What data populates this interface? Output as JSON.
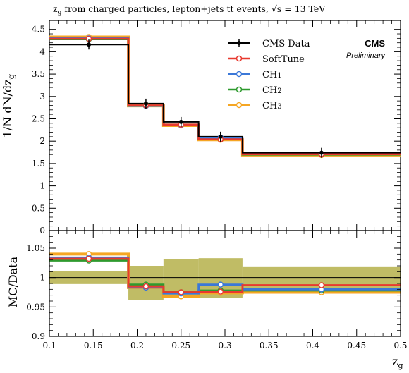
{
  "chart_data": {
    "type": "line",
    "title": "z_g from charged particles, lepton+jets tt̄ events, √s = 13 TeV",
    "title_parts": {
      "z": "z",
      "g": "g",
      "rest": " from charged particles, lepton+jets ",
      "tt": "tt",
      "events": " events, ",
      "sqrt": "√s",
      "energy": " = 13 TeV"
    },
    "experiment_label": "CMS",
    "status_label": "Preliminary",
    "xlabel": "z_g",
    "xlabel_parts": {
      "main": "z",
      "sub": "g"
    },
    "xlim": [
      0.1,
      0.5
    ],
    "x_ticks": [
      "0.1",
      "0.15",
      "0.2",
      "0.25",
      "0.3",
      "0.35",
      "0.4",
      "0.45",
      "0.5"
    ],
    "bin_edges": [
      0.1,
      0.19,
      0.23,
      0.27,
      0.32,
      0.5
    ],
    "bin_centers": [
      0.145,
      0.21,
      0.25,
      0.295,
      0.41
    ],
    "upper": {
      "ylabel": "1/N dN/dz_g",
      "ylabel_parts": {
        "main": "1/N dN/dz",
        "sub": "g"
      },
      "ylim": [
        0,
        4.7
      ],
      "y_ticks": [
        "0",
        "0.5",
        "1",
        "1.5",
        "2",
        "2.5",
        "3",
        "3.5",
        "4",
        "4.5"
      ],
      "y_tick_values": [
        0,
        0.5,
        1,
        1.5,
        2,
        2.5,
        3,
        3.5,
        4,
        4.5
      ]
    },
    "lower": {
      "ylabel": "MC/Data",
      "ylim": [
        0.9,
        1.08
      ],
      "y_ticks": [
        "0.9",
        "0.95",
        "1",
        "1.05"
      ],
      "y_tick_values": [
        0.9,
        0.95,
        1.0,
        1.05
      ],
      "band_color": "#b5b04a",
      "band": [
        [
          0.989,
          1.011
        ],
        [
          0.962,
          1.02
        ],
        [
          0.966,
          1.032
        ],
        [
          0.966,
          1.033
        ],
        [
          0.982,
          1.019
        ]
      ]
    },
    "series": [
      {
        "name": "CMS Data",
        "color": "#000000",
        "marker": "filled",
        "values": [
          4.16,
          2.84,
          2.43,
          2.1,
          1.74
        ],
        "ratio": [
          1,
          1,
          1,
          1,
          1
        ]
      },
      {
        "name": "SoftTune",
        "color": "#e8392f",
        "marker": "open",
        "values": [
          4.29,
          2.8,
          2.37,
          2.04,
          1.71
        ],
        "ratio": [
          1.032,
          0.985,
          0.975,
          0.976,
          0.987
        ]
      },
      {
        "name": "CH1",
        "name_parts": {
          "main": "CH",
          "sub": "1"
        },
        "color": "#3b78d8",
        "marker": "open",
        "values": [
          4.3,
          2.79,
          2.36,
          2.08,
          1.71
        ],
        "ratio": [
          1.034,
          0.983,
          0.973,
          0.988,
          0.98
        ]
      },
      {
        "name": "CH2",
        "name_parts": {
          "main": "CH",
          "sub": "2"
        },
        "color": "#2e9a2e",
        "marker": "open",
        "values": [
          4.28,
          2.81,
          2.37,
          2.04,
          1.7
        ],
        "ratio": [
          1.029,
          0.988,
          0.975,
          0.978,
          0.978
        ]
      },
      {
        "name": "CH3",
        "name_parts": {
          "main": "CH",
          "sub": "3"
        },
        "color": "#f5a623",
        "marker": "open",
        "values": [
          4.33,
          2.79,
          2.35,
          2.03,
          1.69
        ],
        "ratio": [
          1.04,
          0.983,
          0.968,
          0.974,
          0.975
        ]
      }
    ]
  }
}
